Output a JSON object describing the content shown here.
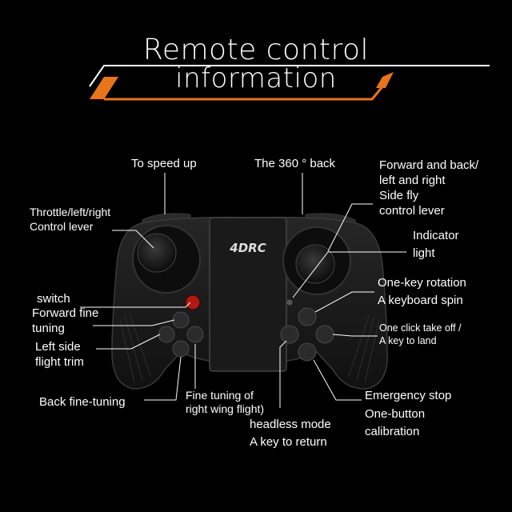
{
  "title": {
    "line1": "Remote control",
    "line2": "information"
  },
  "brand_logo": "4DRC",
  "colors": {
    "accent": "#e8741c",
    "background": "#000000",
    "body": "#1c1c1c"
  },
  "labels": {
    "speed_up": "To speed up",
    "back360": "The 360 ° back",
    "fwd_back_1": "Forward and back/",
    "fwd_back_2": "left and right",
    "fwd_back_3": "Side fly",
    "fwd_back_4": "control lever",
    "throttle_1": "Throttle/left/right",
    "throttle_2": "Control lever",
    "indicator_1": "Indicator",
    "indicator_2": "light",
    "switch": "switch",
    "fwd_fine_1": "Forward fine",
    "fwd_fine_2": "tuning",
    "rotation_1": "One-key rotation",
    "rotation_2": "A keyboard spin",
    "left_trim_1": "Left side",
    "left_trim_2": "flight trim",
    "takeoff_1": "One click take off /",
    "takeoff_2": "A key to land",
    "back_fine": "Back fine-tuning",
    "right_trim_1": "Fine tuning of",
    "right_trim_2": "right wing flight)",
    "headless_1": "headless mode",
    "headless_2": "A key to return",
    "emergency": "Emergency stop",
    "calibration_1": "One-button",
    "calibration_2": "calibration"
  }
}
